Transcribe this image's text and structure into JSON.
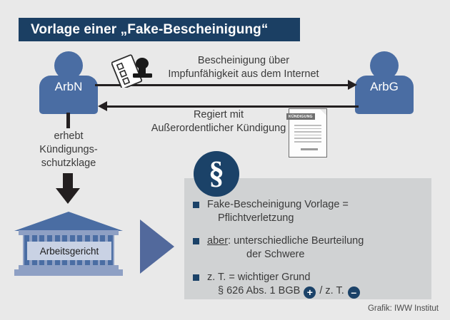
{
  "header": {
    "title": "Vorlage einer „Fake-Bescheinigung“"
  },
  "actors": {
    "employee": {
      "label": "ArbN",
      "icon": "person-icon"
    },
    "employer": {
      "label": "ArbG",
      "icon": "person-icon"
    }
  },
  "flows": {
    "top": {
      "line1": "Bescheinigung über",
      "line2": "Impfunfähigkeit aus dem Internet",
      "direction": "right"
    },
    "bottom": {
      "line1": "Regiert mit",
      "line2": "Außerordentlicher Kündigung",
      "direction": "left"
    },
    "vertical": {
      "line1": "erhebt",
      "line2": "Kündigungs-",
      "line3": "schutzklage",
      "direction": "down"
    }
  },
  "documents": {
    "termination": {
      "banner": "KÜNDIGUNG"
    },
    "certificate_stamp": {
      "icon": "stamp-certificate-icon"
    }
  },
  "court": {
    "label": "Arbeitsgericht"
  },
  "panel": {
    "badge": "§",
    "bullets": [
      {
        "line1": "Fake-Bescheinigung Vorlage =",
        "line2": "Pflichtverletzung"
      },
      {
        "emphasis": "aber",
        "line1": ": unterschiedliche Beurteilung",
        "line2": "der Schwere"
      },
      {
        "line1": "z. T. = wichtiger Grund",
        "line2_pre": "§ 626 Abs. 1 BGB ",
        "plus": "+",
        "line2_mid": " / z. T. ",
        "minus": "–"
      }
    ]
  },
  "footer": {
    "credit": "Grafik: IWW Institut"
  },
  "colors": {
    "background": "#e9e9e9",
    "dark_navy": "#1b3f63",
    "badge_navy": "#1b4268",
    "person_blue": "#4a6da3",
    "light_blue": "#8ea0c4",
    "panel_gray": "#d0d2d3",
    "arrow_black": "#231f20",
    "triangle_blue": "#52699c"
  }
}
